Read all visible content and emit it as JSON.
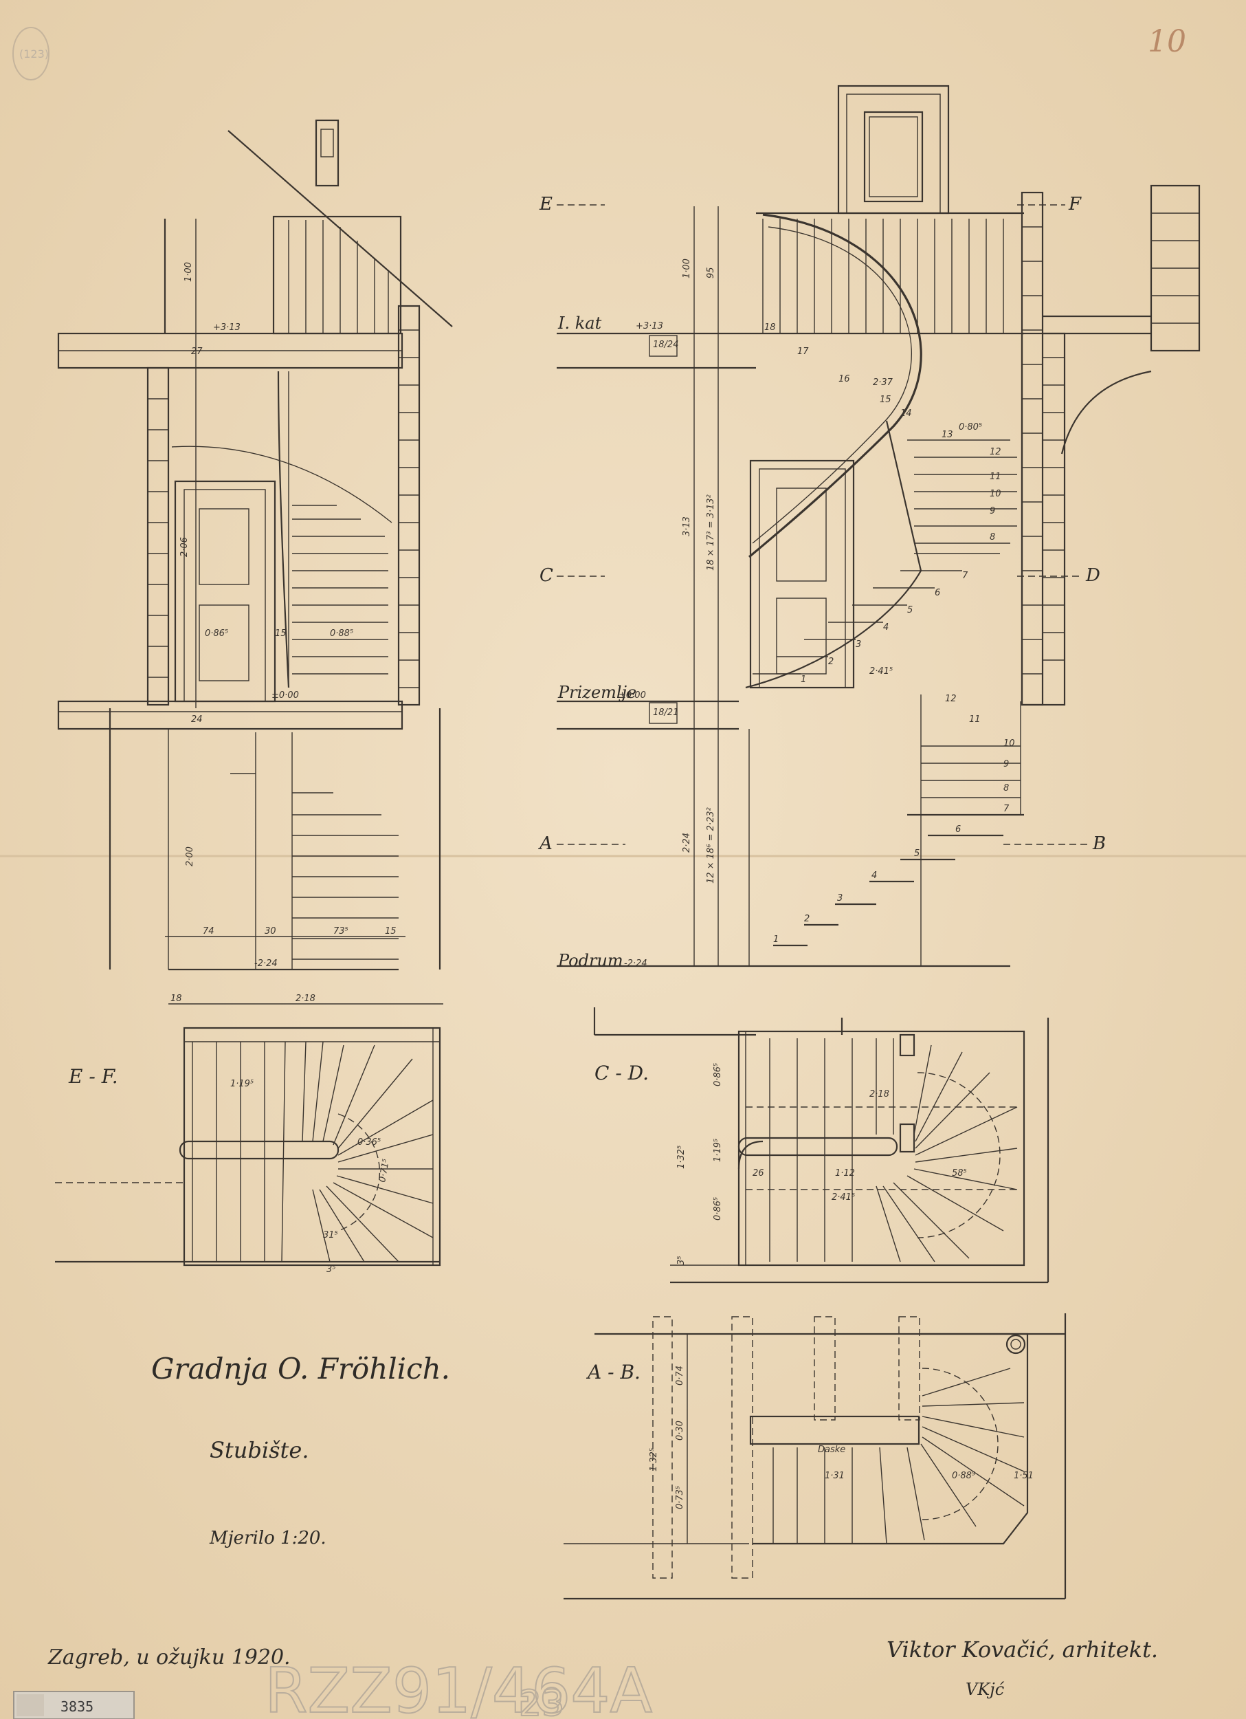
{
  "title": {
    "main": "Gradnja O. Fröhlich.",
    "subject": "Stubište.",
    "scale": "Mjerilo 1:20."
  },
  "footer": {
    "place_date": "Zagreb, u ožujku 1920.",
    "architect": "Viktor Kovačić, arhitekt.",
    "signature": "VKjć"
  },
  "archive": {
    "sheet_number": "10",
    "corner_mark": "(123)",
    "stamp_number": "3835",
    "pencil_signature": "RZZ91/464A",
    "pencil_index": "23"
  },
  "section": {
    "levels": [
      {
        "label": "I. kat",
        "value": "+3·13"
      },
      {
        "label": "Prizemlje",
        "value": "±0·00"
      },
      {
        "label": "Podrum",
        "value": "-2·24"
      }
    ],
    "cut_marks": [
      "E",
      "F",
      "C",
      "D",
      "A",
      "B"
    ],
    "dims": {
      "total": "3·13",
      "upper_run": "18 × 17³ = 3·13²",
      "lower_run": "12 × 18⁶ = 2·23²",
      "basement": "2·24",
      "railing": "1·00",
      "rail_upper": "95",
      "rise_237": "2·37",
      "width_080": "0·80⁵",
      "width_241": "2·41⁵",
      "beam": "18/24",
      "beam_lower": "18/21"
    },
    "step_numbers": [
      "1",
      "2",
      "3",
      "4",
      "5",
      "6",
      "7",
      "8",
      "9",
      "10",
      "11",
      "12",
      "13",
      "14",
      "15",
      "16",
      "17",
      "18"
    ],
    "lower_step_numbers": [
      "1",
      "2",
      "3",
      "4",
      "5",
      "6",
      "7",
      "8",
      "9",
      "10",
      "11",
      "12"
    ]
  },
  "side_elevation": {
    "level_top": "+3·13",
    "level_mid": "±0·00",
    "level_bottom": "-2·24",
    "dims": {
      "railing": "1·00",
      "floor": "27",
      "door_height": "2·06",
      "door_width": "0·86⁵",
      "gap": "15",
      "stair_width": "0·88⁵",
      "slab": "24",
      "basement": "2·00",
      "bottom_74": "74",
      "bottom_30": "30",
      "bottom_73": "73⁵",
      "bottom_15": "15",
      "span": "2·18",
      "post": "18"
    }
  },
  "plans": [
    {
      "label": "E - F.",
      "dims": [
        "2·18",
        "1·19⁵",
        "0·36⁵",
        "0·71⁵",
        "31⁵",
        "3⁵"
      ]
    },
    {
      "label": "C - D.",
      "dims": [
        "2·18",
        "0·86⁵",
        "0·86⁵",
        "1·19⁵",
        "2·41⁵",
        "1·12",
        "58⁵",
        "26",
        "1·32⁵",
        "3⁵"
      ]
    },
    {
      "label": "A - B.",
      "dims": [
        "0·74",
        "0·30",
        "0·73⁵",
        "1·32⁵",
        "1·31",
        "0·88⁵",
        "1·51"
      ],
      "note": "Daske"
    }
  ]
}
